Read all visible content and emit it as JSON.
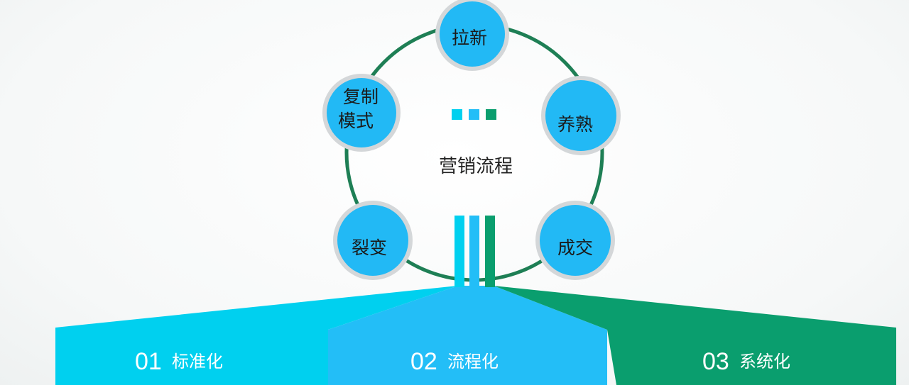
{
  "center": {
    "label": "营销流程"
  },
  "cycle_nodes": [
    {
      "lines": [
        "拉新"
      ]
    },
    {
      "lines": [
        "养熟"
      ]
    },
    {
      "lines": [
        "成交"
      ]
    },
    {
      "lines": [
        "裂变"
      ]
    },
    {
      "lines": [
        "复制",
        "模式"
      ]
    }
  ],
  "bands": [
    {
      "number": "01",
      "label": "标准化"
    },
    {
      "number": "02",
      "label": "流程化"
    },
    {
      "number": "03",
      "label": "系统化"
    }
  ],
  "colors": {
    "cyan": "#00d0ef",
    "blue": "#23bef7",
    "green": "#0a9e6e",
    "ring": "#1e7f55",
    "node_fill": "#22b9f5",
    "node_border": "#d4d7d9"
  }
}
